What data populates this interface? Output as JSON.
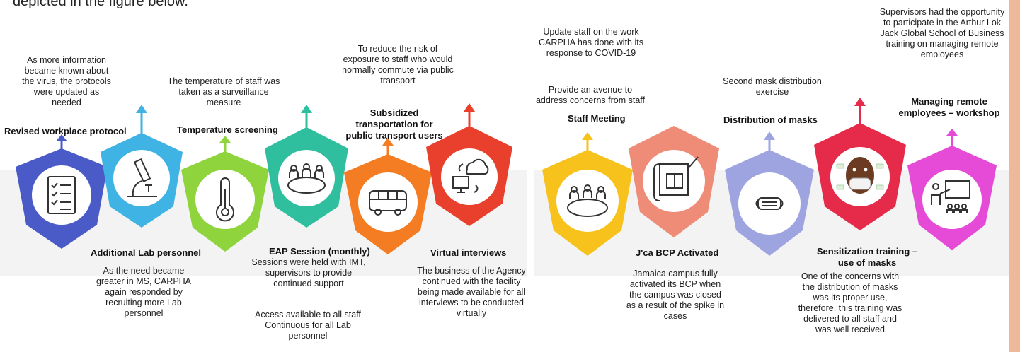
{
  "intro": "depicted in the figure below.",
  "steps": [
    {
      "title": "Revised workplace protocol",
      "note": "As more information became known about the virus, the protocols were updated as needed",
      "color": "#4a5bc7",
      "icon": "checklist-icon"
    },
    {
      "title": "Additional Lab personnel",
      "note": "As the need became greater in MS, CARPHA again responded by recruiting more Lab personnel",
      "extra": ".",
      "color": "#3fb3e3",
      "icon": "microscope-icon"
    },
    {
      "title": "Temperature screening",
      "note": "The temperature of staff was taken as a surveillance measure",
      "color": "#8fd43c",
      "icon": "thermometer-icon"
    },
    {
      "title": "EAP Session (monthly)",
      "note": "Sessions were held with IMT, supervisors to provide continued support",
      "extra": "Access available to all staff Continuous for all Lab personnel",
      "color": "#2fbf9e",
      "icon": "meeting-table-icon"
    },
    {
      "title": "Subsidized transportation for public transport users",
      "note": "To reduce the risk of exposure to staff who would normally commute via public transport",
      "color": "#f47d23",
      "icon": "bus-icon"
    },
    {
      "title": "Virtual interviews",
      "note": "The business of the Agency continued with the facility being made available for all interviews to be conducted virtually",
      "color": "#e8402c",
      "icon": "cloud-computer-icon"
    },
    {
      "title": "Staff Meeting",
      "note": "Update staff on the work CARPHA has done with its response to COVID-19",
      "extra": "Provide an avenue to address concerns from staff",
      "color": "#f6c21b",
      "icon": "meeting-table-icon"
    },
    {
      "title": "J'ca BCP Activated",
      "note": "Jamaica campus fully activated its BCP when the campus was closed as a result of the spike in cases",
      "color": "#ef8c77",
      "icon": "blueprint-icon"
    },
    {
      "title": "Distribution of masks",
      "note": "Second mask distribution exercise",
      "color": "#9ea4e0",
      "icon": "mask-icon"
    },
    {
      "title": "Sensitization training – use of masks",
      "note": "One of the concerns with the distribution of masks was its proper use, therefore, this training was delivered to all staff and was well received",
      "color": "#e52a4a",
      "icon": "masked-face-icon"
    },
    {
      "title": "Managing remote employees – workshop",
      "note": "Supervisors had the opportunity to participate in the Arthur Lok Jack Global School of Business training on managing remote employees",
      "color": "#e54bd6",
      "icon": "teacher-board-icon"
    }
  ]
}
